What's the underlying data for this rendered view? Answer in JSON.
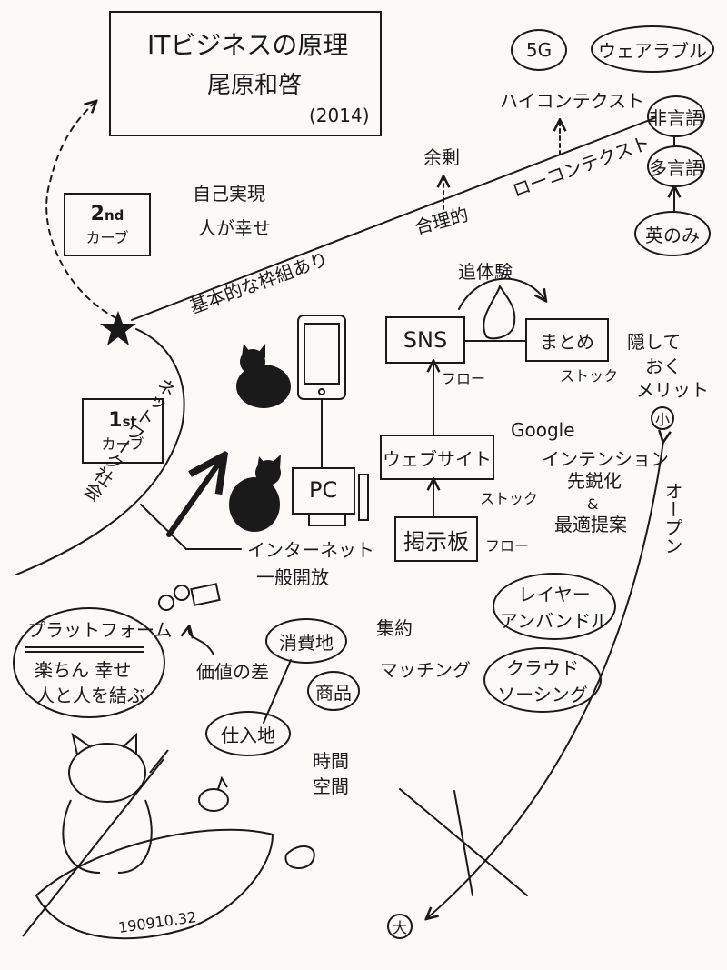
{
  "title_box": {
    "title": "ITビジネスの原理",
    "author": "尾原和啓",
    "year": "(2014)"
  },
  "top_right": {
    "five_g": "5G",
    "wearable": "ウェアラブル",
    "high_context": "ハイコンテクスト",
    "non_verbal": "非言語",
    "multi_lang": "多言語",
    "english_only": "英のみ",
    "low_context": "ローコンテクスト",
    "surplus": "余剰",
    "rational": "合理的"
  },
  "curves": {
    "second_curve": {
      "num": "2",
      "suffix": "nd",
      "label": "カーブ"
    },
    "first_curve": {
      "num": "1",
      "suffix": "st",
      "label": "カーブ"
    },
    "self_realization": "自己実現",
    "people_happy": "人が幸せ",
    "basic_framework": "基本的な枠組あり",
    "network_society": "ネットワーク社会",
    "internet_open_1": "インターネット",
    "internet_open_2": "一般開放"
  },
  "center": {
    "pc": "PC",
    "sns": "SNS",
    "matome": "まとめ",
    "virtual_experience": "追体験",
    "flow_1": "フロー",
    "stock_1": "ストック",
    "website": "ウェブサイト",
    "stock_2": "ストック",
    "bbs": "掲示板",
    "flow_2": "フロー"
  },
  "right_side": {
    "hidden_merit": [
      "隠して",
      "おく",
      "メリット"
    ],
    "small": "小",
    "large": "大",
    "open": "オープン",
    "google": "Google",
    "intention": "インテンション",
    "sharpened": "先鋭化",
    "amp": "&",
    "optimized": "最適提案",
    "layer_unbundle_1": "レイヤー",
    "layer_unbundle_2": "アンバンドル",
    "crowd_1": "クラウド",
    "crowd_2": "ソーシング"
  },
  "bottom_left": {
    "platform": "プラットフォーム",
    "easy_happy": "楽ちん 幸せ",
    "connect_people": "人と人を結ぶ",
    "consumption": "消費地",
    "value_gap": "価値の差",
    "goods": "商品",
    "purchase": "仕入地",
    "aggregation": "集約",
    "matching": "マッチング",
    "time": "時間",
    "space": "空間",
    "boat_date": "190910.32"
  }
}
